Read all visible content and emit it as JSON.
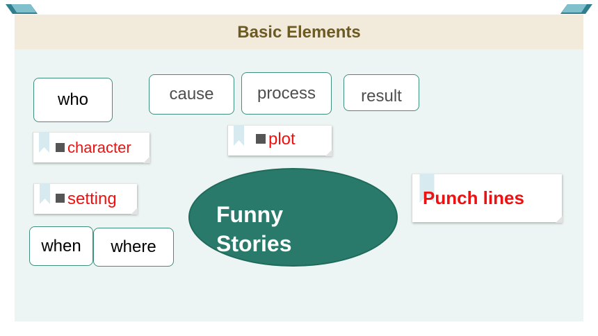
{
  "slide": {
    "title": "Basic Elements"
  },
  "boxes": {
    "who": "who",
    "cause": "cause",
    "process": "process",
    "result": "result",
    "when": "when",
    "where": "where"
  },
  "notes": {
    "character": "character",
    "plot": "plot",
    "setting": "setting",
    "punch_lines": "Punch lines"
  },
  "center": {
    "line1": "Funny",
    "line2": "Stories"
  },
  "colors": {
    "header_bg": "#f2eadb",
    "panel_bg": "#ecf5f3",
    "title_text": "#6b5a22",
    "ellipse_fill": "#2a7a6c",
    "note_text": "#ee1111",
    "box_border": "#3f8f7e"
  }
}
